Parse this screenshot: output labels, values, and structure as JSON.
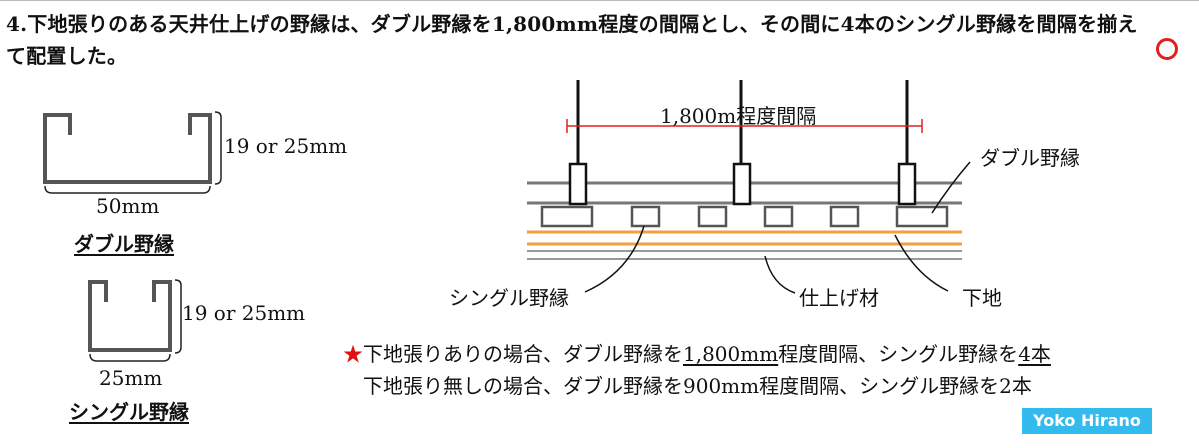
{
  "question": {
    "text": "4.下地張りのある天井仕上げの野縁は、ダブル野縁を1,800mm程度の間隔とし、その間に4本のシングル野縁を間隔を揃えて配置した。",
    "mark": "○"
  },
  "double_channel": {
    "height_label": "19 or 25mm",
    "width_label": "50mm",
    "name": "ダブル野縁"
  },
  "single_channel": {
    "height_label": "19 or 25mm",
    "width_label": "25mm",
    "name": "シングル野縁"
  },
  "section": {
    "spacing_label": "1,800m程度間隔",
    "double_label": "ダブル野縁",
    "single_label": "シングル野縁",
    "finish_label": "仕上げ材",
    "base_label": "下地"
  },
  "notes": {
    "star": "★",
    "line1_pre": "下地張りありの場合、ダブル野縁を",
    "line1_spacing": "1,800mm",
    "line1_mid": "程度間隔、シングル野縁を",
    "line1_count": "4本",
    "line2": "下地張り無しの場合、ダブル野縁を900mm程度間隔、シングル野縁を2本"
  },
  "brand": "Yoko Hirano",
  "colors": {
    "accent_red": "#e02020",
    "finish_orange": "#f0a040",
    "brand_blue": "#33bbee"
  }
}
